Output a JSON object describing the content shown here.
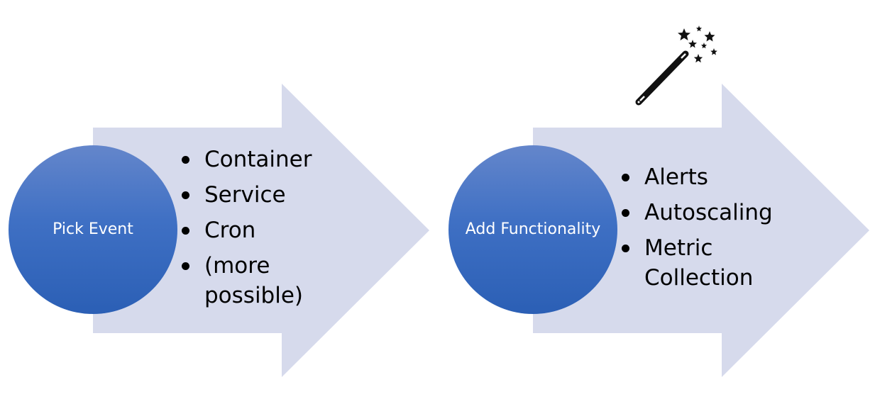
{
  "colors": {
    "arrow_fill": "#d6daec",
    "circle_top": "#6486cb",
    "circle_bottom": "#2b5fb5",
    "text_dark": "#000000",
    "text_light": "#ffffff"
  },
  "steps": [
    {
      "label": "Pick Event",
      "bullets": [
        "Container",
        "Service",
        "Cron",
        "(more possible)"
      ]
    },
    {
      "label": "Add Functionality",
      "bullets": [
        "Alerts",
        "Autoscaling",
        "Metric Collection"
      ],
      "icon": "magic-wand-icon"
    }
  ]
}
